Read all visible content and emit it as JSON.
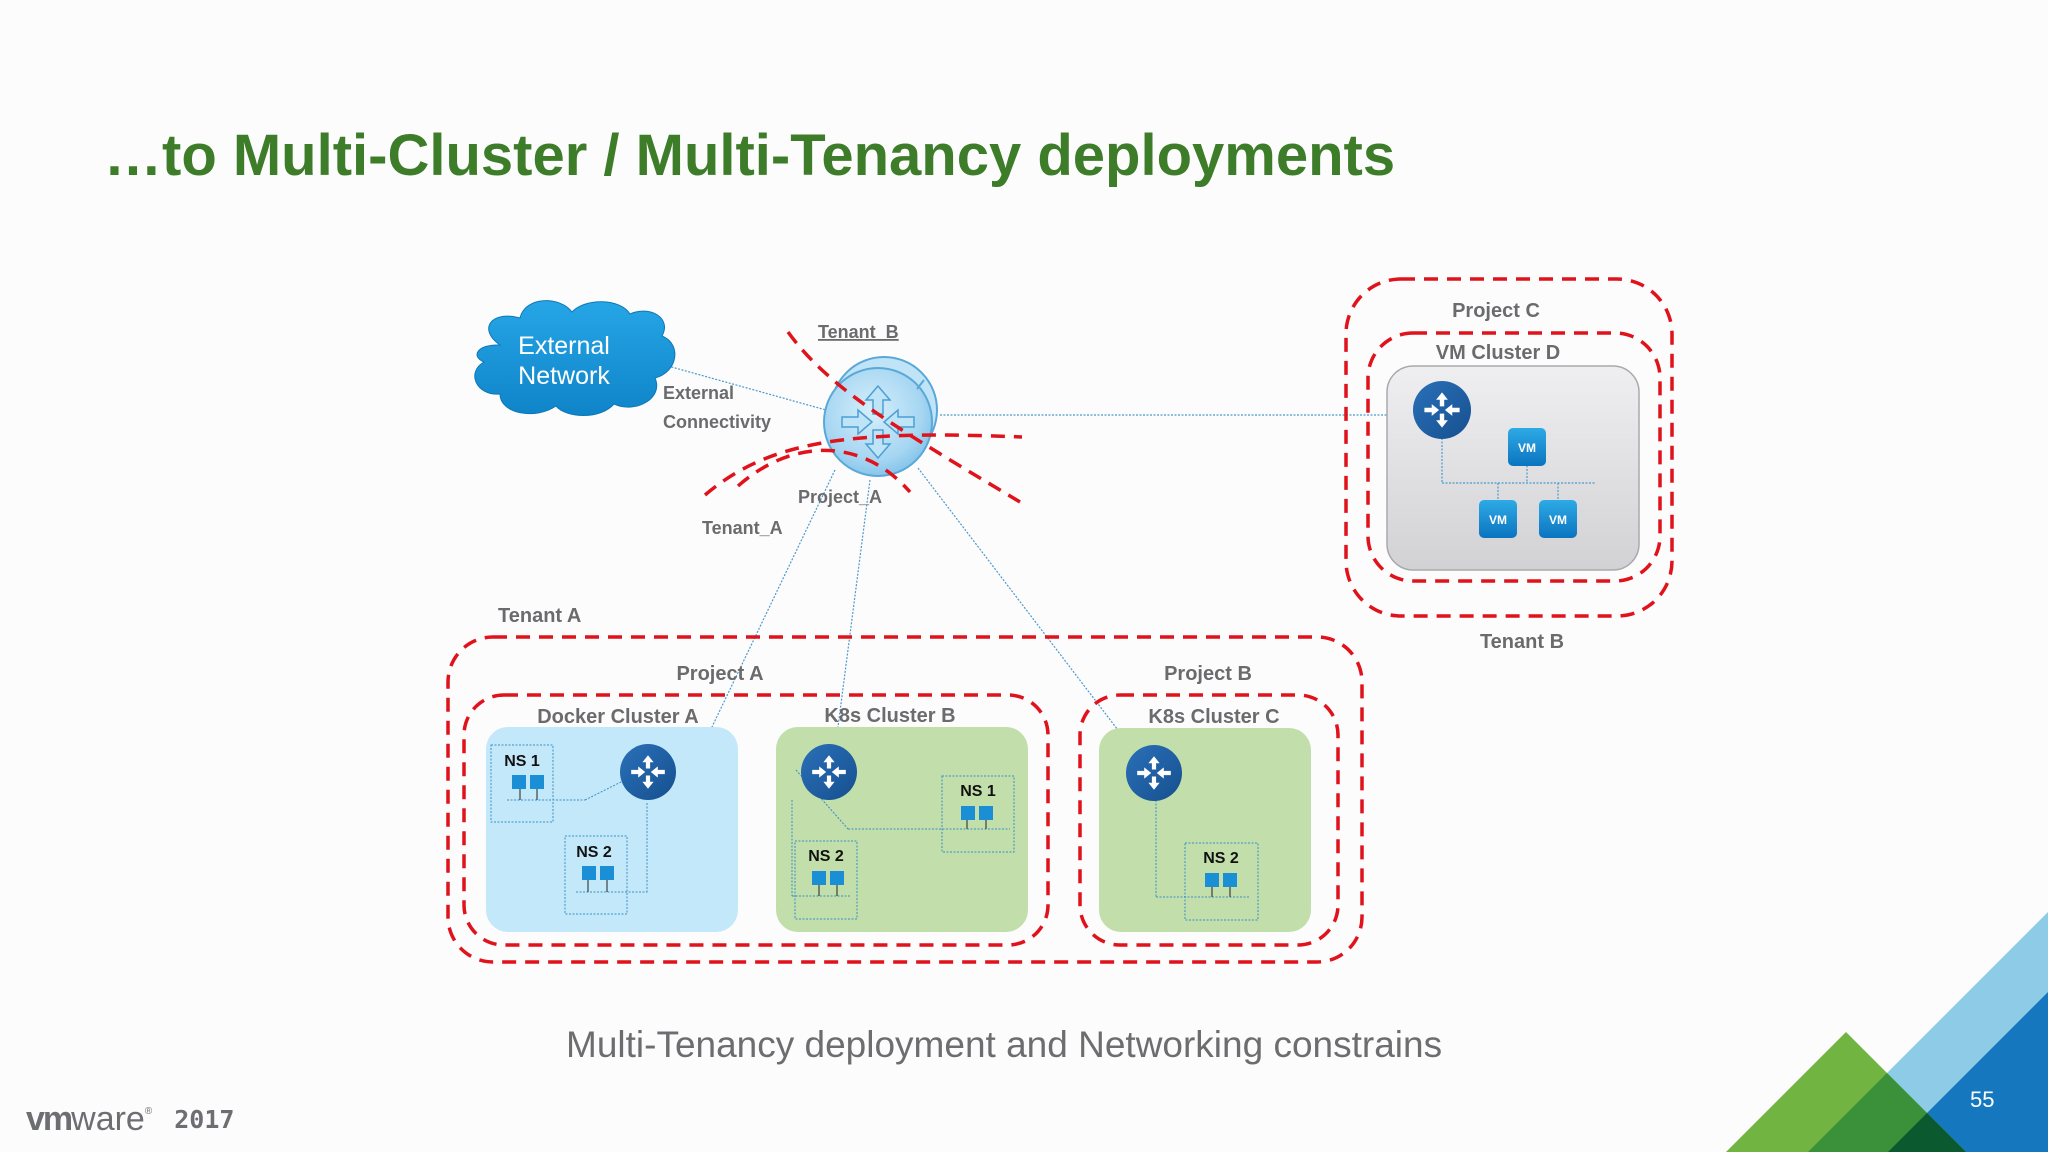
{
  "slide": {
    "title": "…to Multi-Cluster / Multi-Tenancy deployments",
    "caption": "Multi-Tenancy deployment and Networking constrains",
    "page_number": "55",
    "footer": {
      "logo_vm": "vm",
      "logo_ware": "ware",
      "logo_reg": "®",
      "year": "2017"
    }
  },
  "colors": {
    "title_green": "#3d7d2a",
    "dash_red": "#e0121b",
    "router_dark_blue": "#1f5fa8",
    "router_light_blue": "#a9d8f3",
    "cloud_blue": "#1a97d8",
    "docker_cluster_fill": "#c3e8fa",
    "k8s_cluster_fill": "#c2dfab",
    "vm_cluster_fill": "#dcdcde",
    "link_blue": "#3a8fc4",
    "triangle_light_green": "#72b442",
    "triangle_mid_green": "#3b913a",
    "triangle_dark_green": "#0b5a2f",
    "triangle_light_blue": "#8ecbe6",
    "triangle_blue": "#1578bf"
  },
  "diagram": {
    "external_network": {
      "line1": "External",
      "line2": "Network"
    },
    "external_connectivity": {
      "line1": "External",
      "line2": "Connectivity"
    },
    "router_labels": {
      "tenant_b": "Tenant_B",
      "project_a": "Project_A",
      "tenant_a": "Tenant_A"
    },
    "tenant_a": {
      "label": "Tenant A",
      "projects": [
        {
          "label": "Project A",
          "clusters": [
            {
              "label": "Docker Cluster A",
              "namespaces": [
                "NS 1",
                "NS 2"
              ]
            },
            {
              "label": "K8s Cluster B",
              "namespaces": [
                "NS 1",
                "NS 2"
              ]
            }
          ]
        },
        {
          "label": "Project B",
          "clusters": [
            {
              "label": "K8s Cluster C",
              "namespaces": [
                "NS 2"
              ]
            }
          ]
        }
      ]
    },
    "tenant_b": {
      "label": "Tenant B",
      "project": {
        "label": "Project C",
        "cluster": {
          "label": "VM Cluster D",
          "vms": [
            "VM",
            "VM",
            "VM"
          ]
        }
      }
    }
  }
}
